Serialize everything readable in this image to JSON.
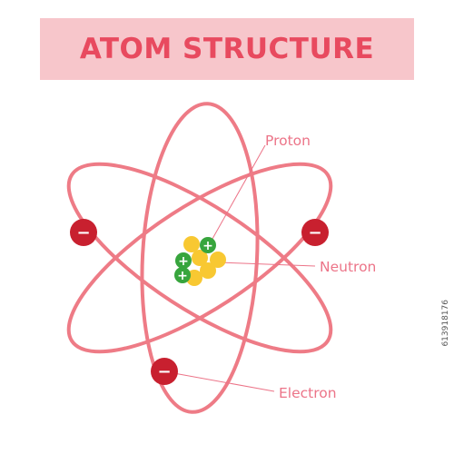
{
  "title": "ATOM STRUCTURE",
  "labels": {
    "proton": "Proton",
    "neutron": "Neutron",
    "electron": "Electron"
  },
  "particles": {
    "electron_sign": "−",
    "proton_sign": "+"
  },
  "watermark": "613918176",
  "colors": {
    "banner_bg": "#f7c6cb",
    "title": "#e84a5f",
    "orbit": "#ee7b86",
    "electron": "#c8202f",
    "proton": "#37a53d",
    "neutron": "#f8c832",
    "label": "#ec7488"
  }
}
